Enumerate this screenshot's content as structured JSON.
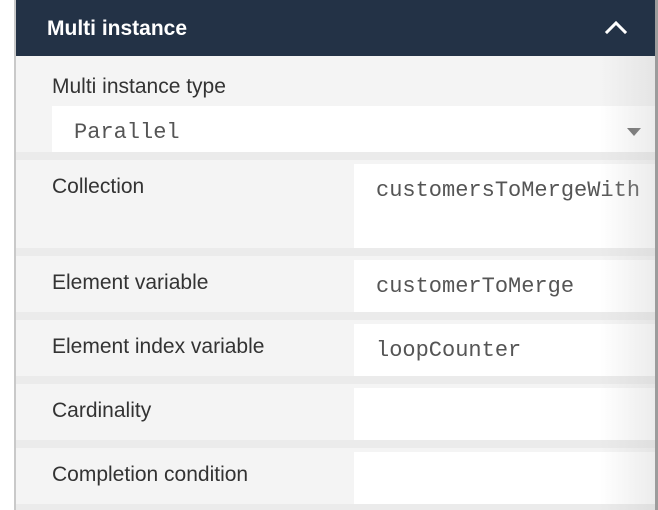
{
  "panel": {
    "title": "Multi instance",
    "toggle_icon": "chevron-up-icon",
    "header_color": "#233246"
  },
  "multi_instance_type": {
    "label": "Multi instance type",
    "value": "Parallel",
    "dropdown_icon": "caret-down-icon"
  },
  "fields": [
    {
      "label": "Collection",
      "value": "customersToMergeWith"
    },
    {
      "label": "Element variable",
      "value": "customerToMerge"
    },
    {
      "label": "Element index variable",
      "value": "loopCounter"
    },
    {
      "label": "Cardinality",
      "value": ""
    },
    {
      "label": "Completion condition",
      "value": ""
    }
  ]
}
